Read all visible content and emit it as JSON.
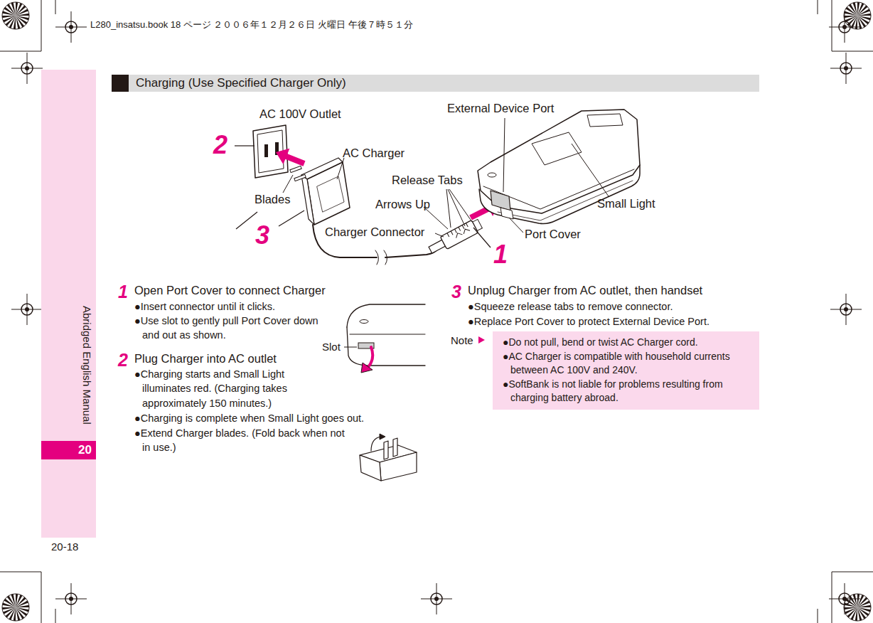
{
  "diagram": {
    "nodes": [
      {
        "text": [
          "Charging (Use Specified Charger Only)"
        ]
      },
      {
        "text": [
          "Abridged English Manual"
        ]
      },
      {
        "text": [
          "20"
        ],
        "in": 1
      },
      {
        "text": [
          "Note",
          "●Do not pull, bend or twist AC Charger cord.",
          "●AC Charger is compatible with household currents between AC 100V and 240V.",
          "●SoftBank is not liable for problems resulting from charging battery abroad."
        ]
      }
    ],
    "labels": [
      "L280_insatsu.book 18 ページ ２００６年１２月２６日 火曜日 午後７時５１分",
      "AC 100V Outlet",
      "External Device Port",
      "2",
      "AC Charger",
      "Release Tabs",
      "Blades",
      "Arrows Up",
      "Small Light",
      "3",
      "Charger Connector",
      "Port Cover",
      "1",
      "1",
      "Open Port Cover to connect Charger",
      "●Insert connector until it clicks.",
      "●Use slot to gently pull Port Cover down and out as shown.",
      "Slot",
      "2",
      "Plug Charger into AC outlet",
      "●Charging starts and Small Light illuminates red. (Charging takes approximately 150 minutes.)",
      "●Charging is complete when Small Light goes out.",
      "●Extend Charger blades. (Fold back when not in use.)",
      "3",
      "Unplug Charger from AC outlet, then handset",
      "●Squeeze release tabs to remove connector.",
      "●Replace Port Cover to protect External Device Port.",
      "20-18"
    ]
  }
}
